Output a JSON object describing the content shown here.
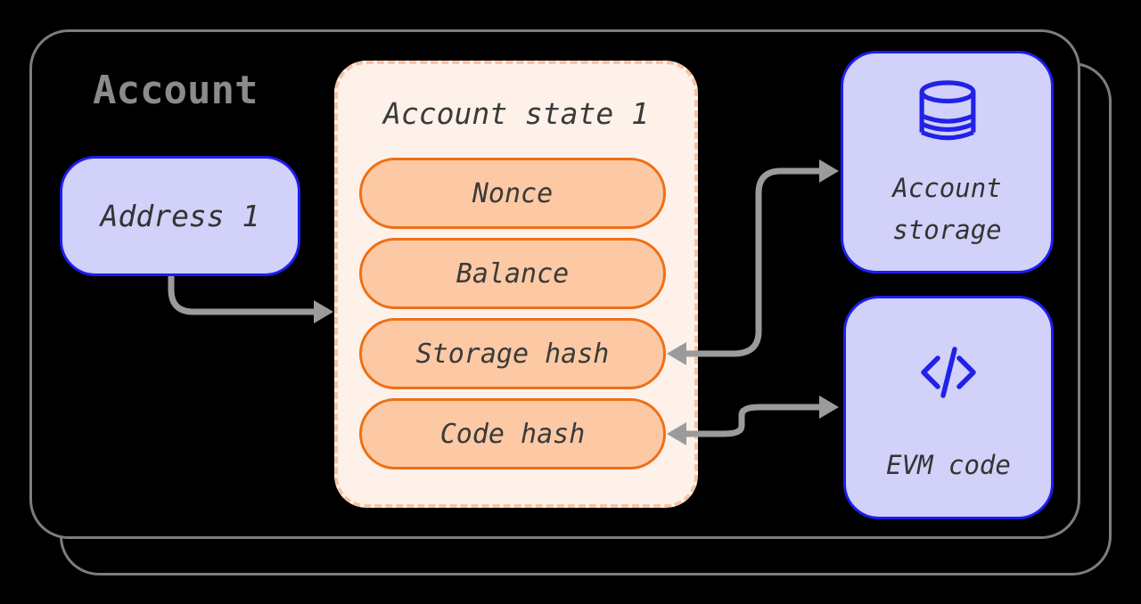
{
  "diagram": {
    "title": "Account",
    "address_box": {
      "label": "Address 1"
    },
    "state_box": {
      "title": "Account state 1",
      "fields": [
        "Nonce",
        "Balance",
        "Storage hash",
        "Code hash"
      ]
    },
    "storage_box": {
      "icon": "database-icon",
      "label_line1": "Account",
      "label_line2": "storage"
    },
    "evm_box": {
      "icon": "code-icon",
      "label": "EVM code"
    },
    "colors": {
      "background": "#000000",
      "card_border": "#7d7d7d",
      "lavender_fill": "#d1d1f9",
      "blue_border": "#1d1df0",
      "icon_blue": "#2121e8",
      "state_fill": "#fdf1e9",
      "state_dashed_border": "#f7c4a3",
      "pill_fill": "#fcc9a4",
      "pill_border": "#ee6f17",
      "text_dark": "#3a3a3a",
      "title_gray": "#8b8b8b",
      "arrow_gray": "#9b9b9b"
    }
  }
}
